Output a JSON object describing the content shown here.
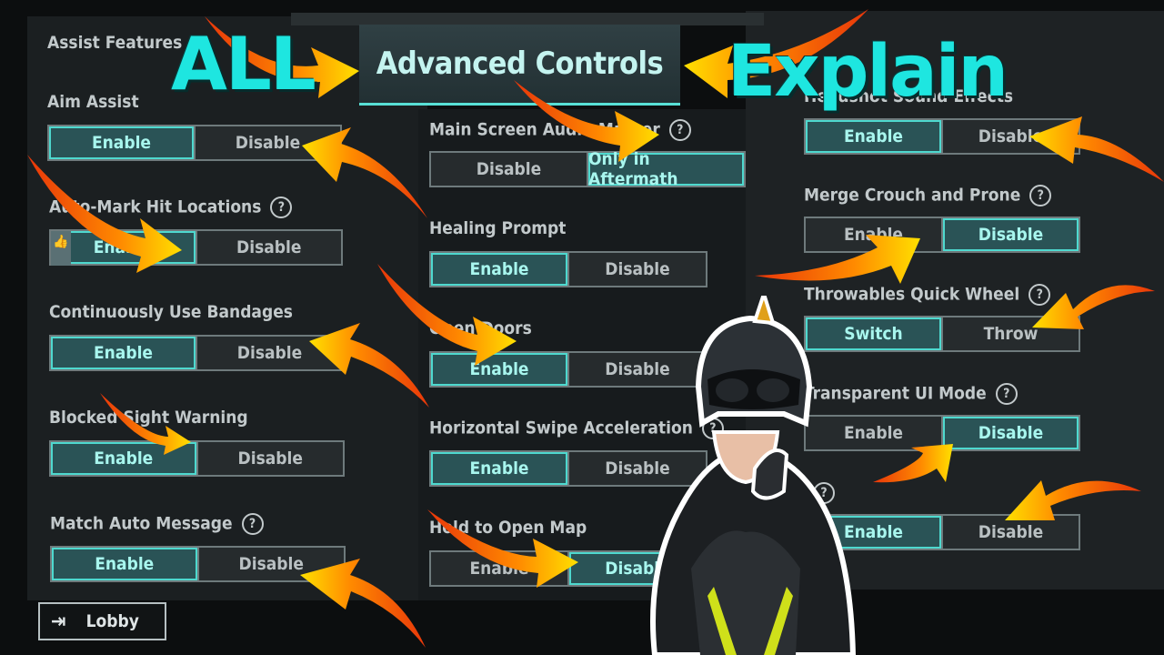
{
  "banner": {
    "title": "Advanced Controls"
  },
  "overlay": {
    "all": "ALL",
    "explain": "Explain"
  },
  "left": {
    "section": "Assist Features",
    "items": [
      {
        "label": "Aim Assist",
        "on": "Enable",
        "off": "Disable",
        "selected": "Enable"
      },
      {
        "label": "Auto-Mark Hit Locations",
        "on": "Enable",
        "off": "Disable",
        "selected": "Enable"
      },
      {
        "label": "Continuously Use Bandages",
        "on": "Enable",
        "off": "Disable",
        "selected": "Enable"
      },
      {
        "label": "Blocked Sight Warning",
        "on": "Enable",
        "off": "Disable",
        "selected": "Enable"
      },
      {
        "label": "Match Auto Message",
        "on": "Enable",
        "off": "Disable",
        "selected": "Enable"
      }
    ]
  },
  "middle": {
    "items": [
      {
        "label": "Main Screen Audio Marker",
        "on": "Disable",
        "off": "Only in Aftermath",
        "selected": "Only in Aftermath"
      },
      {
        "label": "Healing Prompt",
        "on": "Enable",
        "off": "Disable",
        "selected": "Enable"
      },
      {
        "label": "Open Doors",
        "on": "Enable",
        "off": "Disable",
        "selected": "Enable"
      },
      {
        "label": "Horizontal Swipe Acceleration",
        "on": "Enable",
        "off": "Disable",
        "selected": "Enable"
      },
      {
        "label": "Hold to Open Map",
        "on": "Enable",
        "off": "Disable",
        "selected": "Disable"
      }
    ]
  },
  "right": {
    "items": [
      {
        "label": "Headshot Sound Effects",
        "on": "Enable",
        "off": "Disable",
        "selected": "Enable"
      },
      {
        "label": "Merge Crouch and Prone",
        "on": "Enable",
        "off": "Disable",
        "selected": "Disable"
      },
      {
        "label": "Throwables Quick Wheel",
        "on": "Switch",
        "off": "Throw",
        "selected": "Switch"
      },
      {
        "label": "Transparent UI Mode",
        "on": "Enable",
        "off": "Disable",
        "selected": "Disable"
      },
      {
        "label": "",
        "on": "Enable",
        "off": "Disable",
        "selected": "Enable"
      }
    ]
  },
  "lobby": {
    "label": "Lobby",
    "icon": "exit-icon"
  },
  "colors": {
    "accent": "#4ed9cf",
    "overlay_text": "#1ee6e0",
    "arrow": "#ffd000"
  }
}
